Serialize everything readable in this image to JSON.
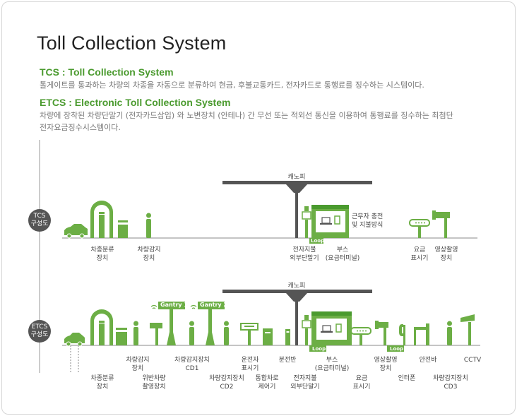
{
  "title": "Toll Collection System",
  "tcs": {
    "heading": "TCS : Toll Collection System",
    "description": "톨게이트를 통과하는 차량의 차종을 자동으로 분류하여 현금, 후불교통카드, 전자카드로 통행료를 징수하는 시스템이다.",
    "badge": "TCS\n구성도",
    "canopy": "캐노피",
    "loop": "Loop",
    "booth_note": "근무자 충전\n및 지불방식",
    "labels": {
      "classifier": "차종분류\n장치",
      "detector": "차량감지\n장치",
      "payment": "전자지불\n외부단말기",
      "booth": "부스\n(요금터미널)",
      "fare_display": "요금\n표시기",
      "camera": "영상촬영\n장치"
    }
  },
  "etcs": {
    "heading": "ETCS : Electronic Toll Collection System",
    "description_1": "차량에 장착된 차량단말기 (전자카드삽입) 와 노변장치 (안테나) 간 무선 또는 적외선 통신을 이용하여 통행료를 징수하는 최첨단",
    "description_2": "전자요금징수시스템이다.",
    "badge": "ETCS\n구성도",
    "canopy": "캐노피",
    "gantry_1": "Gantry 1",
    "gantry_2": "Gantry 2",
    "loop_1": "Loop",
    "loop_2": "Loop",
    "labels": {
      "classifier": "차종분류\n장치",
      "detector": "차량감지\n장치",
      "violation_camera": "위반차량\n촬영장치",
      "cd1": "차량감지장치\nCD1",
      "cd2": "차량감지장치\nCD2",
      "driver_display": "운전자\n표시기",
      "integrated_barrier": "통합차로\n제어기",
      "switchboard": "분전반",
      "payment": "전자지불\n외부단말기",
      "booth": "부스\n(요금터미널)",
      "fare_display": "요금\n표시기",
      "camera": "영상촬영\n장치",
      "intercom": "인터폰",
      "safety_bar": "안전바",
      "cd3": "차량감지장치\nCD3",
      "cctv": "CCTV"
    }
  },
  "colors": {
    "green": "#6cae45",
    "dark_green": "#4a9a2e",
    "gray": "#555555"
  }
}
